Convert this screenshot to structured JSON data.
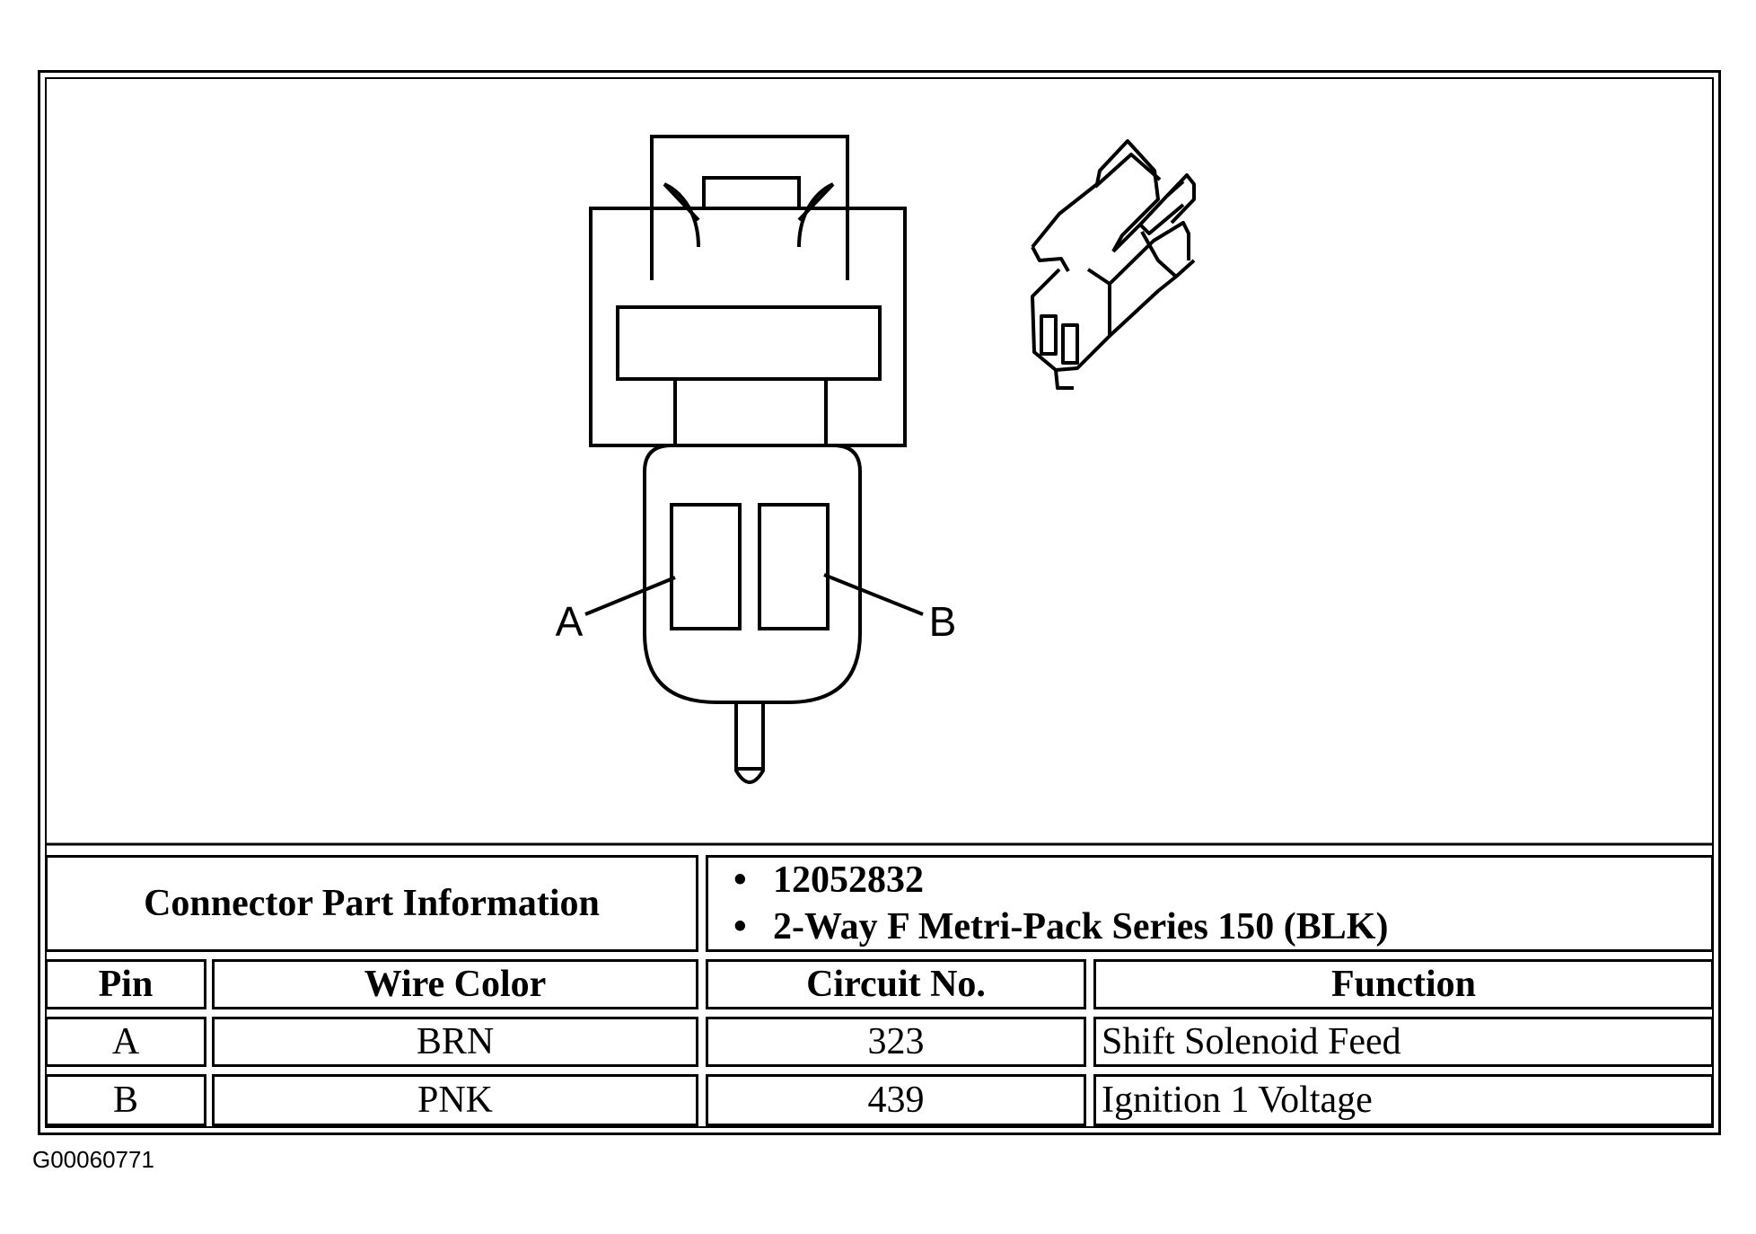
{
  "diagram": {
    "pin_labels": [
      "A",
      "B"
    ]
  },
  "table": {
    "part_info_label": "Connector Part Information",
    "part_info_items": [
      "12052832",
      "2-Way F Metri-Pack Series 150 (BLK)"
    ],
    "headers": [
      "Pin",
      "Wire Color",
      "Circuit No.",
      "Function"
    ],
    "rows": [
      [
        "A",
        "BRN",
        "323",
        "Shift Solenoid Feed"
      ],
      [
        "B",
        "PNK",
        "439",
        "Ignition 1 Voltage"
      ]
    ]
  },
  "figure_id": "G00060771"
}
